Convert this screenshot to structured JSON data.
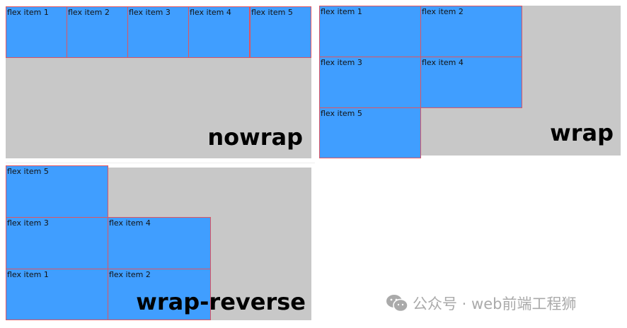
{
  "panels": [
    {
      "label": "nowrap",
      "items": [
        "flex item 1",
        "flex item 2",
        "flex item 3",
        "flex item 4",
        "flex item 5"
      ]
    },
    {
      "label": "wrap",
      "items": [
        "flex item 1",
        "flex item 2",
        "flex item 3",
        "flex item 4",
        "flex item 5"
      ]
    },
    {
      "label": "wrap-reverse",
      "items": [
        "flex item 1",
        "flex item 2",
        "flex item 3",
        "flex item 4",
        "flex item 5"
      ]
    }
  ],
  "watermark": {
    "text": "公众号 · web前端工程狮",
    "icon": "wechat-icon"
  },
  "colors": {
    "container": "#c8c8c8",
    "item": "#409eff",
    "border": "#e0545f"
  }
}
